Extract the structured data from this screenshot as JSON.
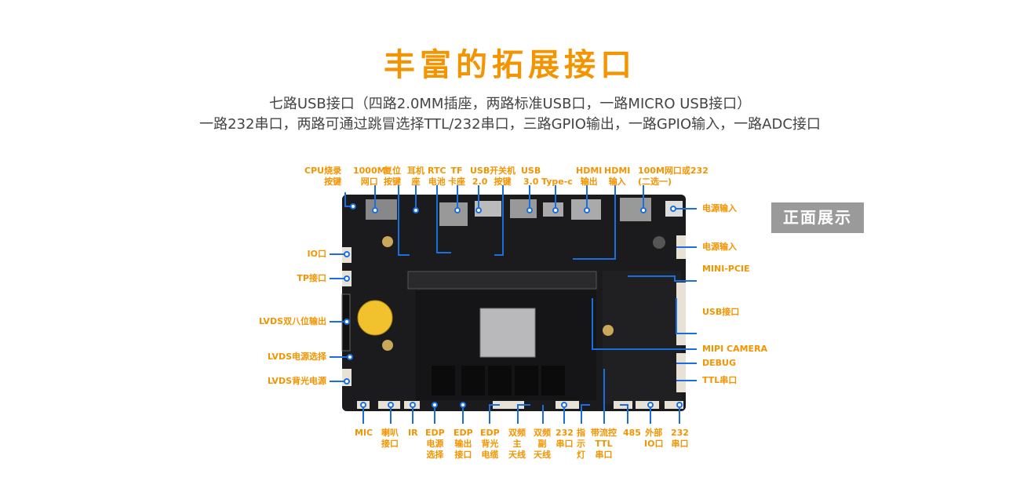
{
  "title": "丰富的拓展接口",
  "subtitle_lines": [
    "七路USB接口（四路2.0MM插座，两路标准USB口，一路MICRO USB接口）",
    "一路232串口，两路可通过跳冒选择TTL/232串口，三路GPIO输出，一路GPIO输入，一路ADC接口"
  ],
  "badge": "正面展示",
  "accent_color": "#f39400",
  "line_color": "#1a6fe0",
  "top_labels": [
    "CPU烧录\n按键",
    "1000M\n网口",
    "复位\n按键",
    "耳机\n座",
    "RTC\n电池",
    "TF\n卡座",
    "USB\n2.0",
    "开关机\n按键",
    "USB\n3.0",
    "Type-c",
    "HDMI\n输出",
    "HDMI\n输入",
    "100M网口或232\n(二选一)"
  ],
  "left_labels": [
    "IO口",
    "TP接口",
    "LVDS双八位输出",
    "LVDS电源选择",
    "LVDS背光电源"
  ],
  "right_labels": [
    "电源输入",
    "电源输入",
    "MINI-PCIE",
    "USB接口",
    "MIPI CAMERA",
    "DEBUG",
    "TTL串口"
  ],
  "bottom_labels": [
    "MIC",
    "喇叭\n接口",
    "IR",
    "EDP\n电源\n选择",
    "EDP\n输出\n接口",
    "EDP\n背光\n电缆",
    "双频\n主\n天线",
    "双频\n副\n天线",
    "232\n串口",
    "指\n示\n灯",
    "带流控\nTTL\n串口",
    "485",
    "外部\nIO口",
    "232\n串口"
  ]
}
